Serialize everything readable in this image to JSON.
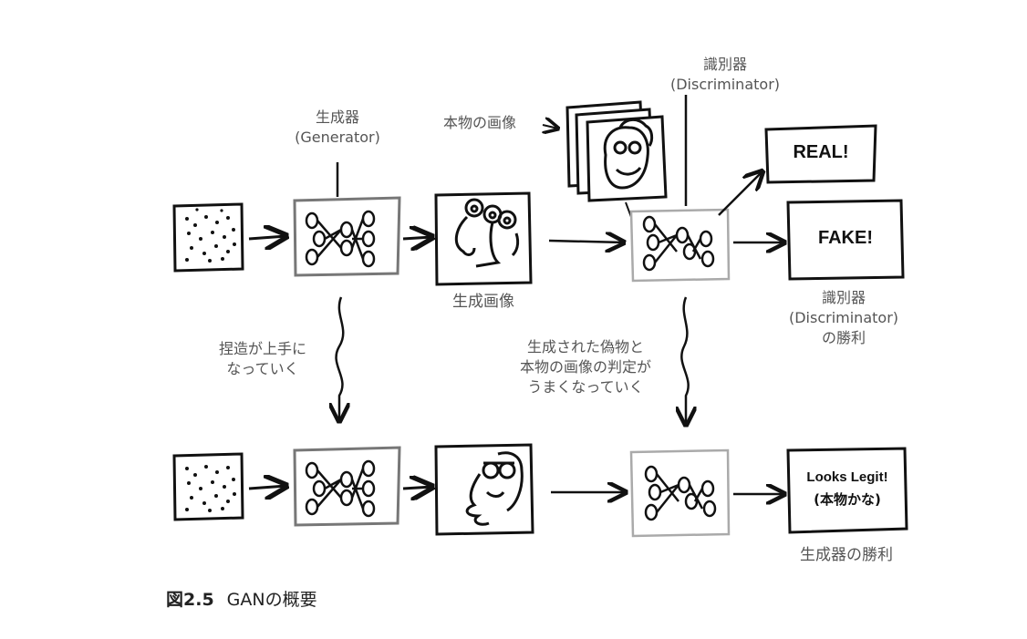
{
  "labels": {
    "generator_name": "生成器",
    "generator_en": "(Generator)",
    "real_images": "本物の画像",
    "discriminator_name": "識別器",
    "discriminator_en": "(Discriminator)",
    "generated_image": "生成画像",
    "real_output": "REAL!",
    "fake_output": "FAKE!",
    "disc_win_name": "識別器",
    "disc_win_en": "(Discriminator)",
    "disc_win_suffix": "の勝利",
    "forgery_line1": "捏造が上手に",
    "forgery_line2": "なっていく",
    "judge_line1": "生成された偽物と",
    "judge_line2": "本物の画像の判定が",
    "judge_line3": "うまくなっていく",
    "legit_line1": "Looks Legit!",
    "legit_line2": "(本物かな)",
    "gen_win": "生成器の勝利"
  },
  "caption": {
    "number": "図2.5",
    "title": "GANの概要"
  }
}
